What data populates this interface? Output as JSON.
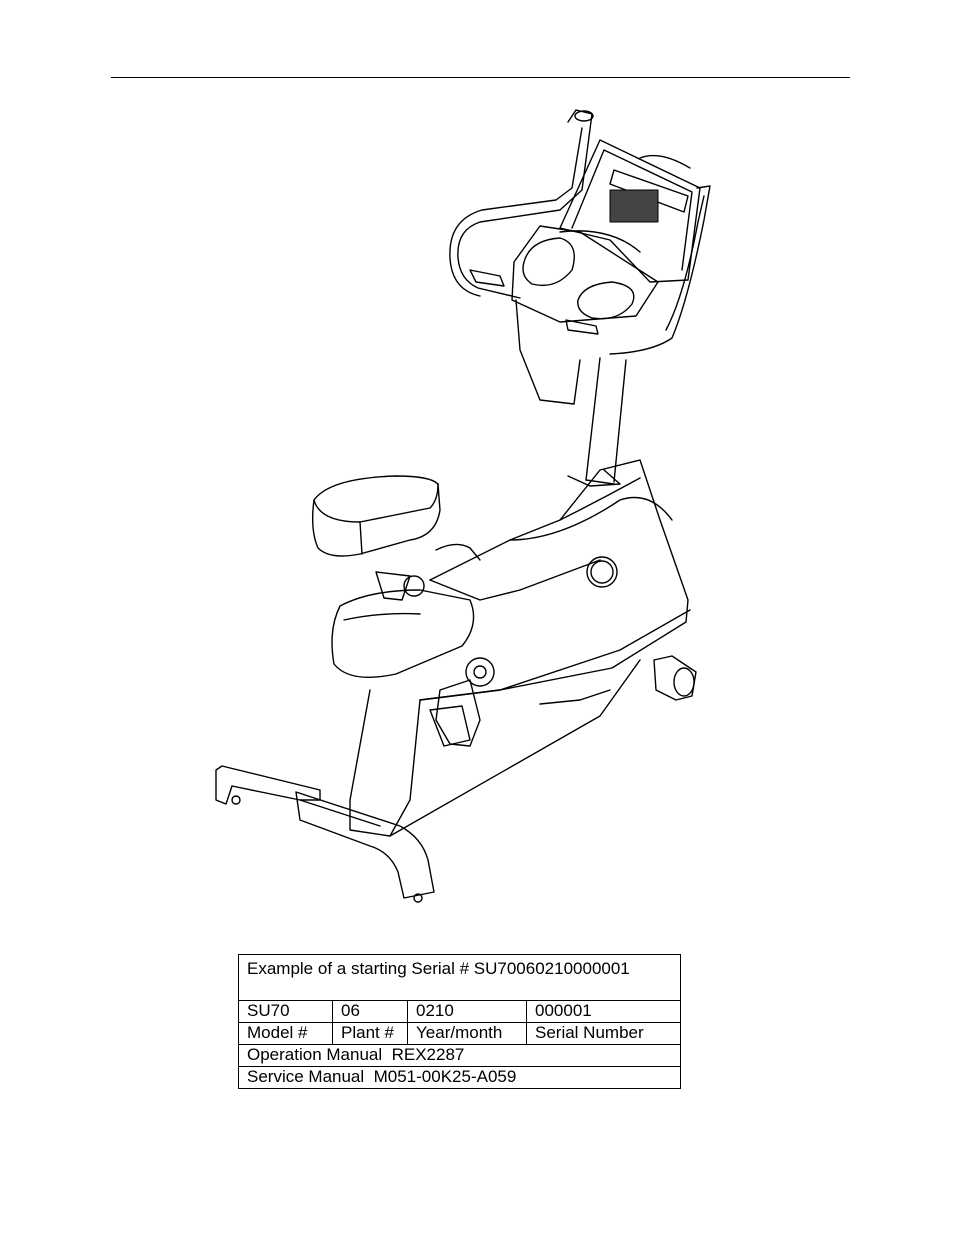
{
  "illustration": {
    "subject": "exercise-bike-line-drawing"
  },
  "serial_info": {
    "example_caption": "Example of a starting Serial # SU70060210000001",
    "values": [
      "SU70",
      "06",
      "0210",
      "000001"
    ],
    "labels": [
      "Model #",
      "Plant #",
      "Year/month",
      "Serial Number"
    ],
    "operation_manual": "Operation Manual  REX2287",
    "service_manual": "Service Manual  M051-00K25-A059"
  }
}
